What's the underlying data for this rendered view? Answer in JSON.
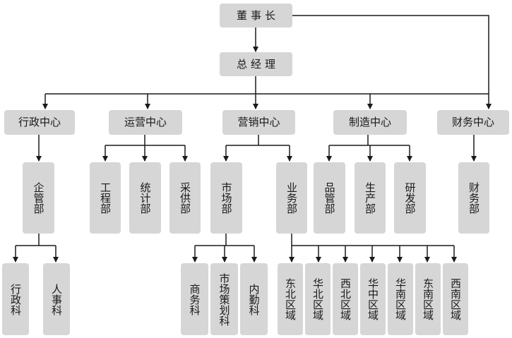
{
  "org_chart": {
    "top": {
      "chairman": "董事长",
      "general_manager": "总经理"
    },
    "centers": {
      "admin": "行政中心",
      "operations": "运营中心",
      "marketing": "营销中心",
      "manufacturing": "制造中心",
      "finance": "财务中心"
    },
    "departments": {
      "management": "企管部",
      "engineering": "工程部",
      "statistics": "统计部",
      "procurement": "采供部",
      "market": "市场部",
      "sales": "业务部",
      "quality": "品管部",
      "production": "生产部",
      "rnd": "研发部",
      "finance": "财务部"
    },
    "sections": {
      "admin_section": "行政科",
      "hr_section": "人事科",
      "business_section": "商务科",
      "market_planning_section": "市场策划科",
      "internal_section": "内勤科"
    },
    "regions": {
      "northeast": "东北区域",
      "north_china": "华北区域",
      "northwest": "西北区域",
      "central_china": "华中区域",
      "south_china": "华南区域",
      "southeast": "东南区域",
      "southwest": "西南区域"
    }
  },
  "colors": {
    "node_fill": "#d6d6d6",
    "line": "#1a1a1a",
    "text": "#1a1a1a"
  }
}
